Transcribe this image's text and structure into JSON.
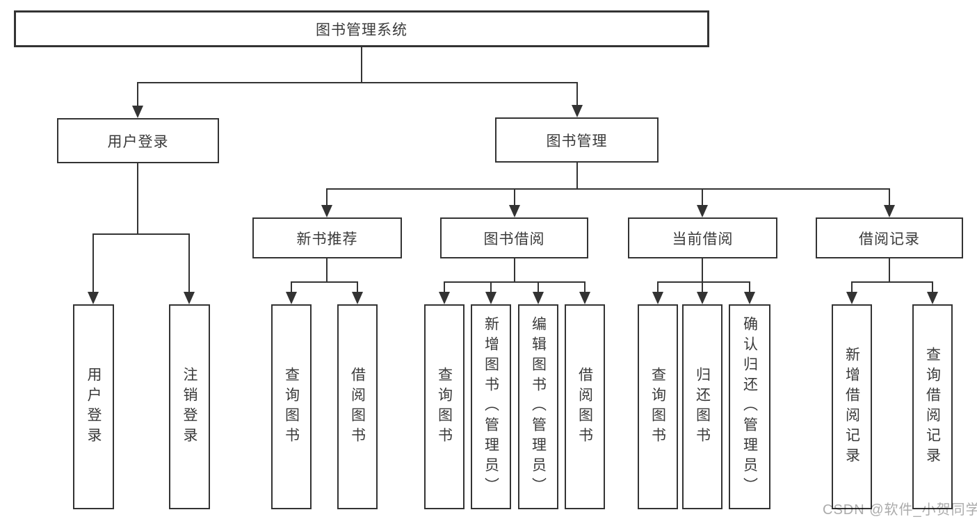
{
  "diagram": {
    "title": "图书管理系统",
    "children": [
      {
        "label": "用户登录",
        "children": [
          {
            "label": "用户登录"
          },
          {
            "label": "注销登录"
          }
        ]
      },
      {
        "label": "图书管理",
        "children": [
          {
            "label": "新书推荐",
            "children": [
              {
                "label": "查询图书"
              },
              {
                "label": "借阅图书"
              }
            ]
          },
          {
            "label": "图书借阅",
            "children": [
              {
                "label": "查询图书"
              },
              {
                "label": "新增图书（管理员）"
              },
              {
                "label": "编辑图书（管理员）"
              },
              {
                "label": "借阅图书"
              }
            ]
          },
          {
            "label": "当前借阅",
            "children": [
              {
                "label": "查询图书"
              },
              {
                "label": "归还图书"
              },
              {
                "label": "确认归还（管理员）"
              }
            ]
          },
          {
            "label": "借阅记录",
            "children": [
              {
                "label": "新增借阅记录"
              },
              {
                "label": "查询借阅记录"
              }
            ]
          }
        ]
      }
    ]
  },
  "watermark": {
    "text": "CSDN @软件_小贺同学"
  },
  "colors": {
    "line": "#333333",
    "text": "#3a3a3a",
    "box_background": "#ffffff",
    "watermark": "#ababab",
    "background": "#ffffff"
  }
}
